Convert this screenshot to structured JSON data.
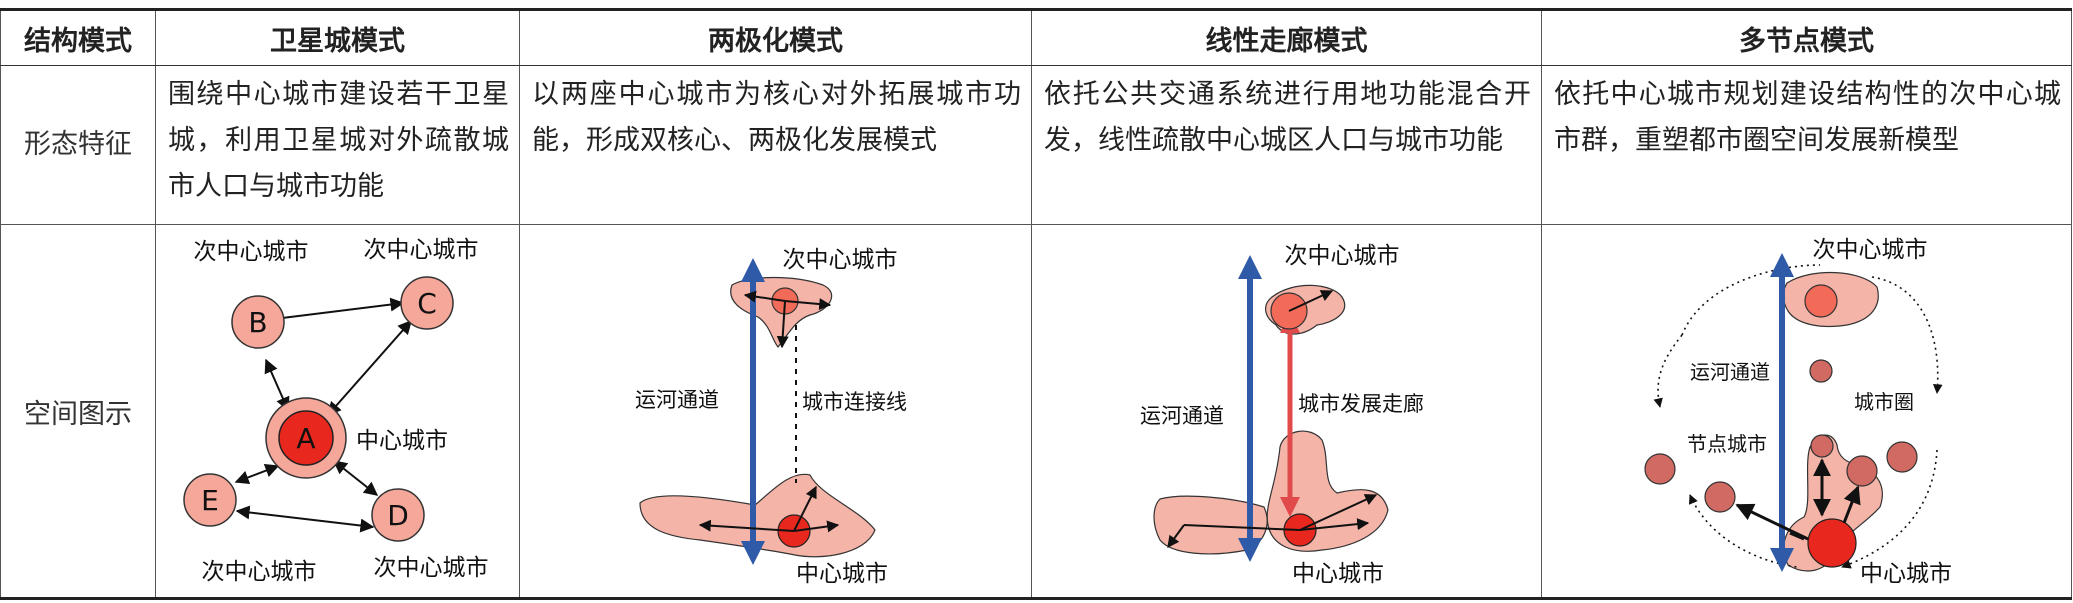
{
  "headers": [
    "结构模式",
    "卫星城模式",
    "两极化模式",
    "线性走廊模式",
    "多节点模式"
  ],
  "rows": {
    "description": {
      "label": "形态特征",
      "cells": [
        "围绕中心城市建设若干卫星城，利用卫星城对外疏散城市人口与城市功能",
        "以两座中心城市为核心对外拓展城市功能，形成双核心、两极化发展模式",
        "依托公共交通系统进行用地功能混合开发，线性疏散中心城区人口与城市功能",
        "依托中心城市规划建设结构性的次中心城市群，重塑都市圈空间发展新模型"
      ]
    },
    "diagram": {
      "label": "空间图示"
    }
  },
  "figures": {
    "satellite": {
      "node_a": "A",
      "node_b": "B",
      "node_c": "C",
      "node_d": "D",
      "node_e": "E",
      "label_b": "次中心城市",
      "label_c": "次中心城市",
      "label_a": "中心城市",
      "label_e": "次中心城市",
      "label_d": "次中心城市"
    },
    "bipolar": {
      "top_label": "次中心城市",
      "channel_label": "运河通道",
      "link_label": "城市连接线",
      "bottom_label": "中心城市"
    },
    "linear": {
      "top_label": "次中心城市",
      "channel_label": "运河通道",
      "corridor_label": "城市发展走廊",
      "bottom_label": "中心城市"
    },
    "multinode": {
      "top_label": "次中心城市",
      "channel_label": "运河通道",
      "ring_label": "城市圈",
      "node_label": "节点城市",
      "bottom_label": "中心城市"
    }
  },
  "colors": {
    "blob_fill": "#f4b4a8",
    "node_fill": "#f5a79a",
    "center_fill": "#e8281e",
    "channel_blue": "#2f5aa8",
    "corridor_red": "#e04a4a"
  }
}
